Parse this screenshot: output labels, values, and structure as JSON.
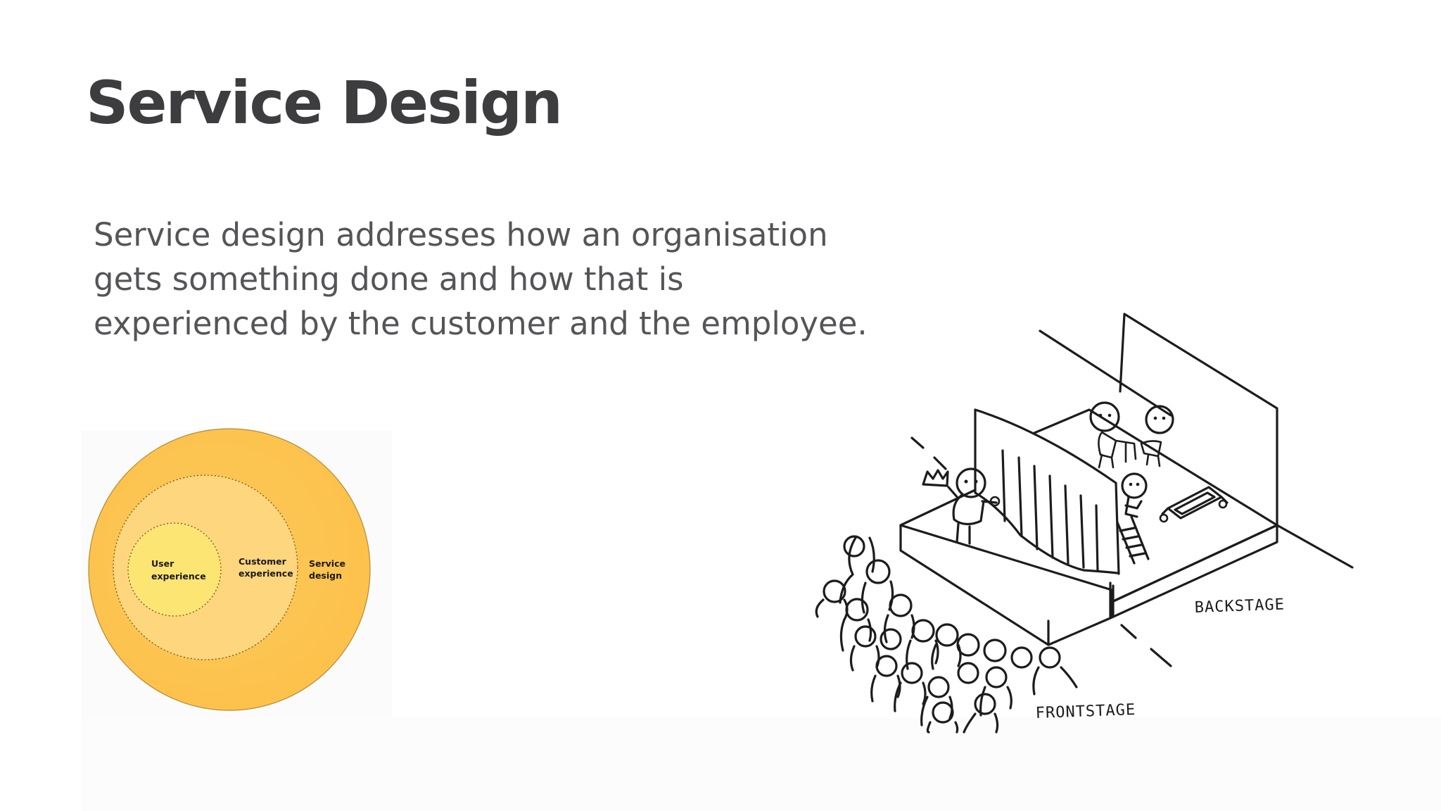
{
  "slide": {
    "title": "Service Design",
    "body_lines": [
      "Service design addresses how an organisation",
      "gets something done and how that is",
      "experienced by the customer and the employee."
    ]
  },
  "venn": {
    "outer_label_lines": [
      "Service",
      "design"
    ],
    "middle_label_lines": [
      "Customer",
      "experience"
    ],
    "inner_label_lines": [
      "User",
      "experience"
    ],
    "colors": {
      "outer": "#fdc654",
      "middle": "#fdd67e",
      "inner": "#fde573",
      "dotted_stroke": "#8a6a2a"
    }
  },
  "illustration": {
    "backstage_label": "BACKSTAGE",
    "frontstage_label": "FRONTSTAGE"
  }
}
